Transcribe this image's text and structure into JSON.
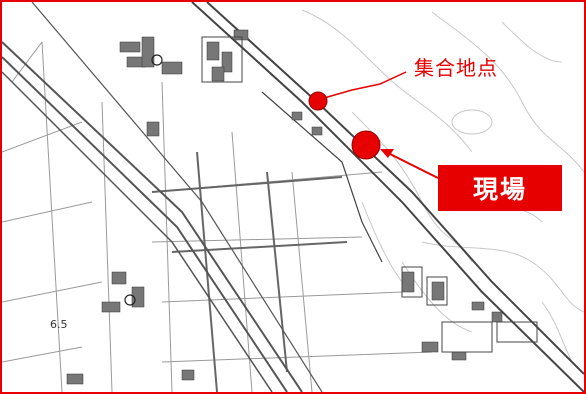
{
  "map": {
    "labels": {
      "assembly_point": "集合地点",
      "site": "現場"
    },
    "marker_color": "#e60000",
    "spot_height": "6.5"
  }
}
